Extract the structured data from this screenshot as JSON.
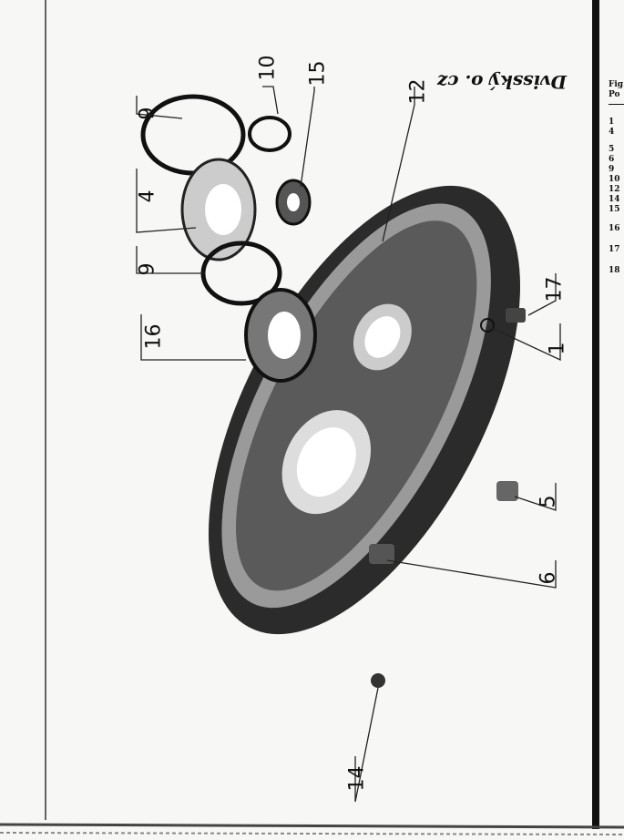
{
  "handwritten_note": "Dvisský o. cz",
  "legend": {
    "header": [
      "Fig.",
      "Po"
    ],
    "positions": [
      "1",
      "4",
      "5",
      "6",
      "9",
      "10",
      "12",
      "14",
      "15",
      "16",
      "17",
      "18"
    ]
  },
  "callouts": [
    "10",
    "15",
    "12",
    "9",
    "4",
    "9",
    "16",
    "17",
    "1",
    "5",
    "6",
    "14"
  ]
}
